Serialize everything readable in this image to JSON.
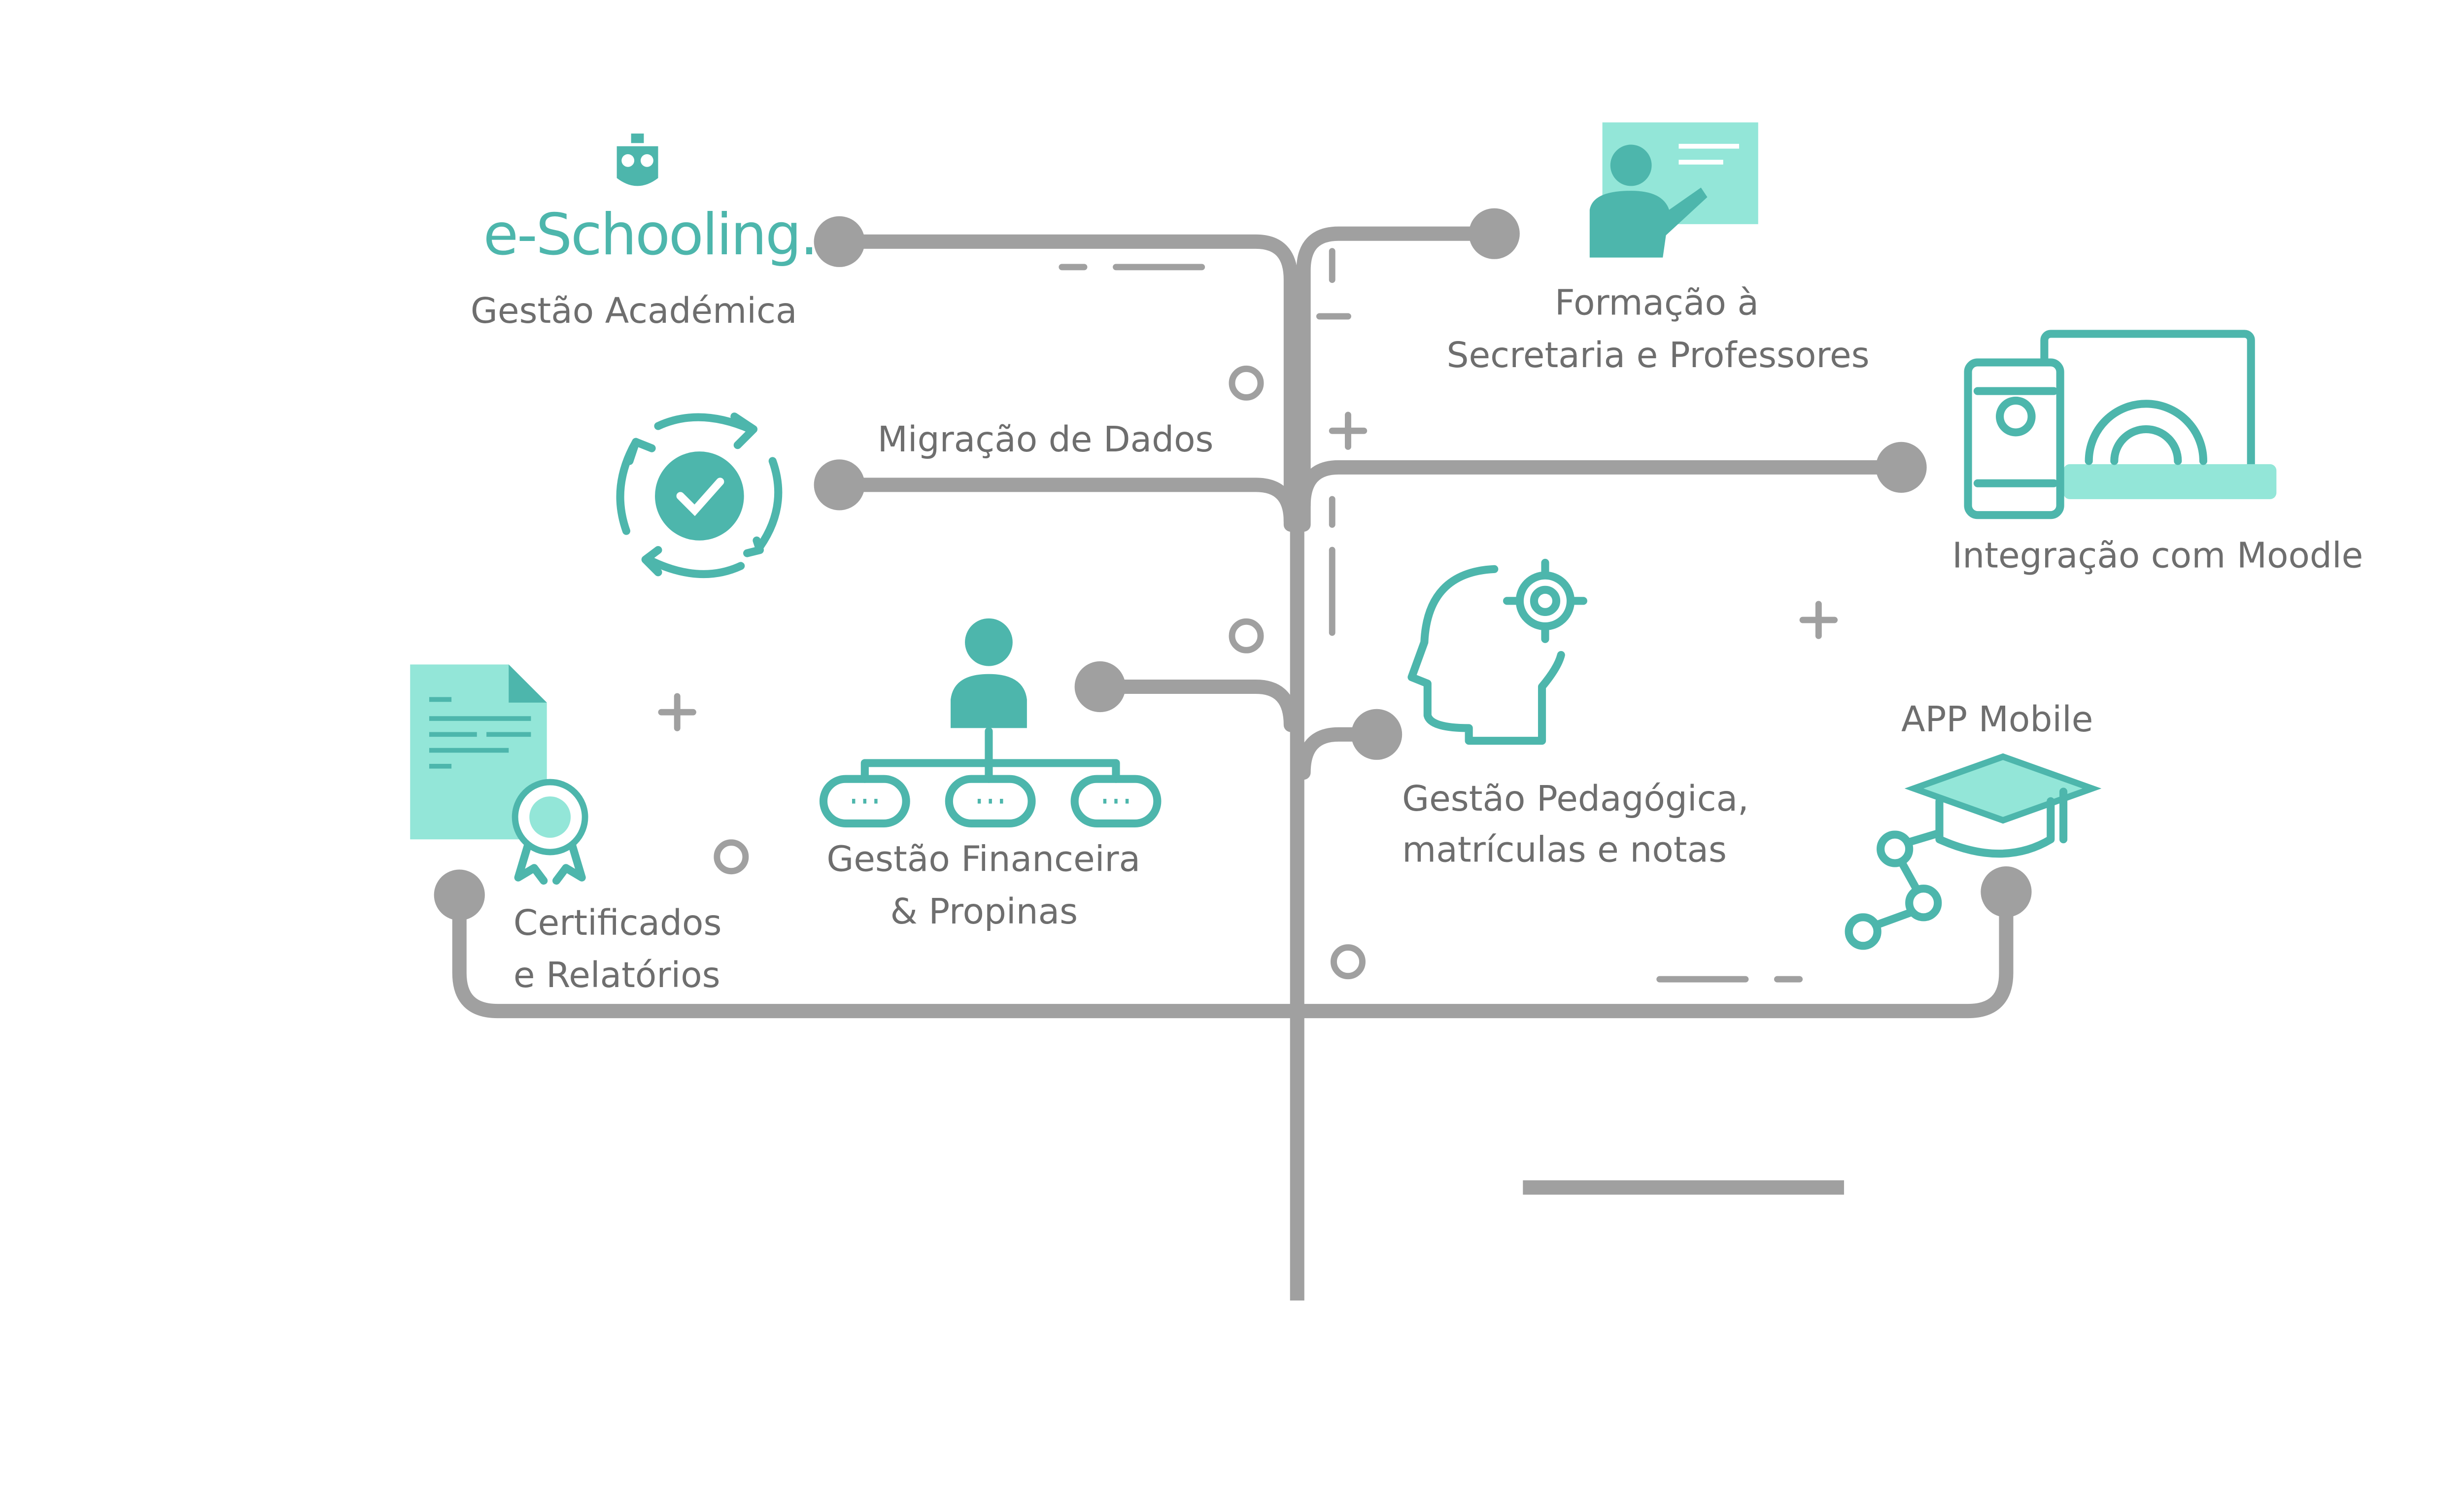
{
  "logo": {
    "text": "e-Schooling."
  },
  "nodes": {
    "academica": {
      "label": "Gestão Académica"
    },
    "formacao": {
      "line1": "Formação à",
      "line2": "Secretaria e Professores"
    },
    "migracao": {
      "label": "Migração de Dados"
    },
    "moodle": {
      "label": "Integração com Moodle"
    },
    "pedagogica": {
      "line1": "Gestão Pedagógica,",
      "line2": "matrículas e notas"
    },
    "app": {
      "label": "APP Mobile"
    },
    "financeira": {
      "line1": "Gestão Financeira",
      "line2": "& Propinas"
    },
    "certificados": {
      "line1": "Certificados",
      "line2": "e Relatórios"
    }
  },
  "colors": {
    "accent": "#4db6ac",
    "accent_light": "#93e6d8",
    "line": "#a0a0a0",
    "text": "#6e6e6e"
  }
}
